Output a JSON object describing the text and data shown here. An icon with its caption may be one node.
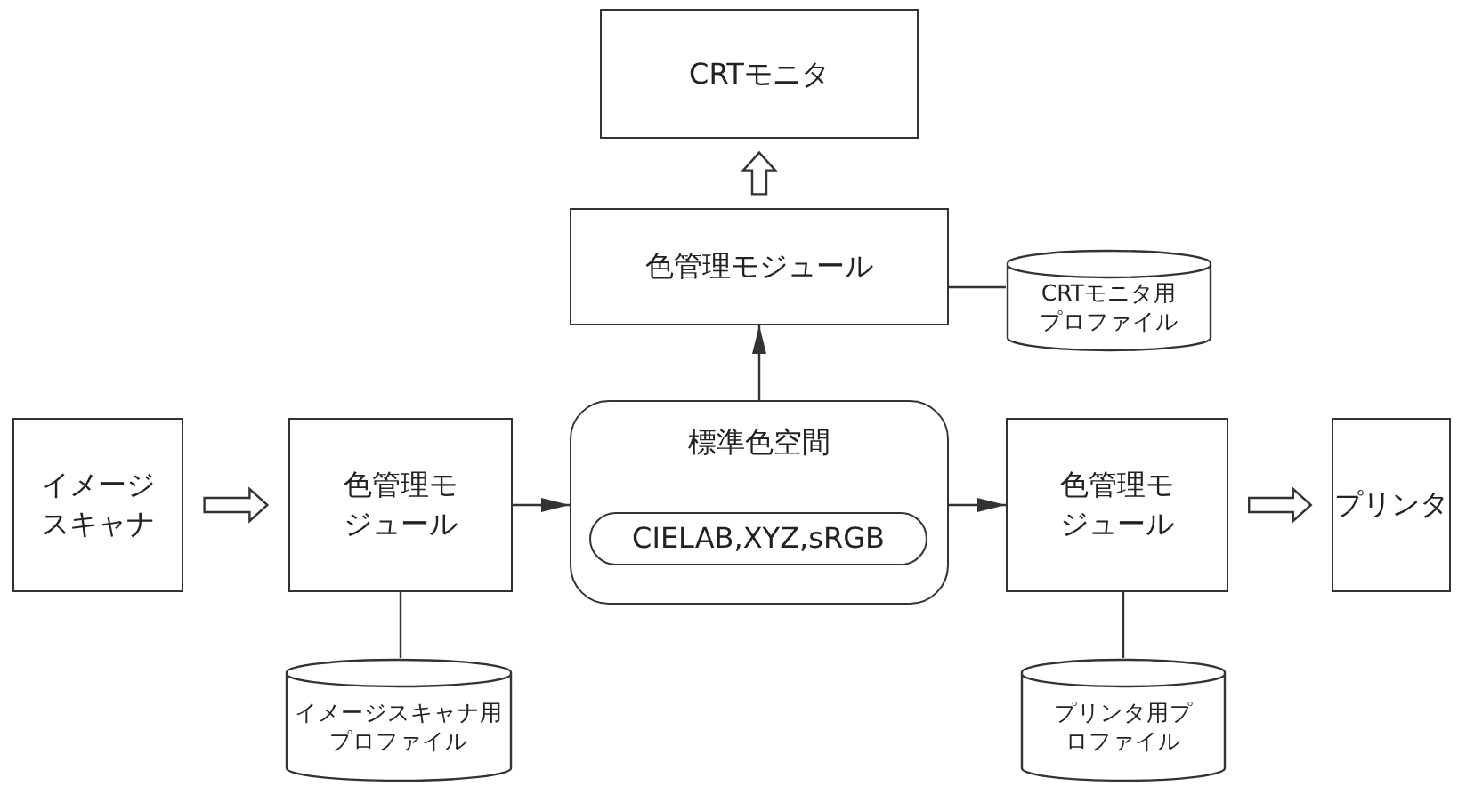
{
  "diagram": {
    "nodes": [
      {
        "text": [
          "CRTモニタ"
        ]
      },
      {
        "text": [
          "色管理モジュール"
        ]
      },
      {
        "text": [
          "CRTモニタ用プロファイル"
        ]
      },
      {
        "text": [
          "イメージスキャナ"
        ]
      },
      {
        "text": [
          "色管理モジュール"
        ]
      },
      {
        "text": [
          "標準色空間"
        ]
      },
      {
        "text": [
          "CIELAB,XYZ,sRGB"
        ],
        "in": 5
      },
      {
        "text": [
          "色管理モジュール"
        ]
      },
      {
        "text": [
          "プリンタ"
        ]
      },
      {
        "text": [
          "イメージスキャナ用プロファイル"
        ]
      },
      {
        "text": [
          "プリンタ用プロファイル"
        ]
      }
    ],
    "edges": [
      {
        "from": 3,
        "to": 4,
        "arrow": "to",
        "style": "thick"
      },
      {
        "from": 4,
        "to": 5,
        "arrow": "to"
      },
      {
        "from": 5,
        "to": 1,
        "arrow": "to"
      },
      {
        "from": 1,
        "to": 0,
        "arrow": "to",
        "style": "thick"
      },
      {
        "from": 5,
        "to": 7,
        "arrow": "to"
      },
      {
        "from": 7,
        "to": 8,
        "arrow": "to",
        "style": "thick"
      },
      {
        "from": 1,
        "to": 2,
        "arrow": "none"
      },
      {
        "from": 4,
        "to": 9,
        "arrow": "none"
      },
      {
        "from": 7,
        "to": 10,
        "arrow": "none"
      }
    ]
  }
}
